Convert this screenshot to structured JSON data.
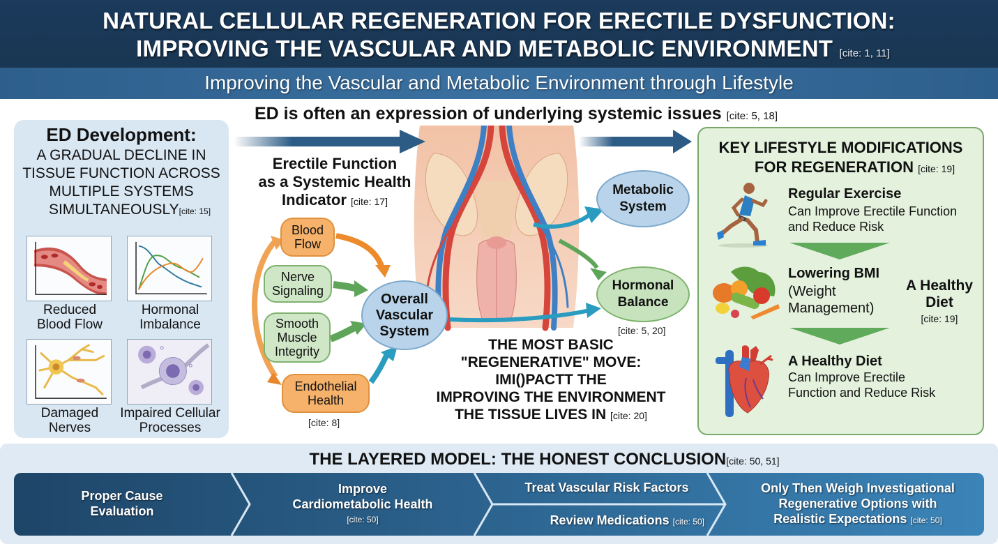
{
  "header": {
    "title_line1": "NATURAL CELLULAR REGENERATION FOR ERECTILE DYSFUNCTION:",
    "title_line2": "IMPROVING THE VASCULAR AND METABOLIC  ENVIRONMENT",
    "title_cite": "[cite: 1, 11]",
    "subtitle": "Improving the Vascular and Metabolic Environment through Lifestyle"
  },
  "left_panel": {
    "title": "ED Development:",
    "subtitle_lines": [
      "A GRADUAL DECLINE IN",
      "TISSUE FUNCTION ACROSS",
      "MULTIPLE SYSTEMS",
      "SIMULTANEOUSLY"
    ],
    "cite": "[cite: 15]",
    "tiles": [
      {
        "label_line1": "Reduced",
        "label_line2": "Blood Flow",
        "icon": "blood-vessel-icon"
      },
      {
        "label_line1": "Hormonal",
        "label_line2": "Imbalance",
        "icon": "hormone-chart-icon"
      },
      {
        "label_line1": "Damaged",
        "label_line2": "Nerves",
        "icon": "neuron-icon"
      },
      {
        "label_line1": "Impaired Cellular",
        "label_line2": "Processes",
        "icon": "cell-icon"
      }
    ]
  },
  "center": {
    "headline": "ED is often an expression of underlying systemic issues",
    "headline_cite": "[cite: 5, 18]",
    "ef_title_lines": [
      "Erectile Function",
      "as a Systemic Health",
      "Indicator"
    ],
    "ef_cite": "[cite: 17]",
    "factors": [
      {
        "line1": "Blood",
        "line2": "Flow",
        "color": "orange"
      },
      {
        "line1": "Nerve",
        "line2": "Signaling",
        "color": "green"
      },
      {
        "line1": "Smooth",
        "line2": "Muscle",
        "line3": "Integrity",
        "color": "green"
      },
      {
        "line1": "Endothelial",
        "line2": "Health",
        "color": "orange"
      }
    ],
    "factors_cite": "[cite: 8]",
    "hub": {
      "line1": "Overall",
      "line2": "Vascular",
      "line3": "System"
    },
    "metabolic": {
      "line1": "Metabolic",
      "line2": "System"
    },
    "hormonal": {
      "line1": "Hormonal",
      "line2": "Balance"
    },
    "hormonal_cite": "[cite: 5, 20]",
    "move_lines": [
      "THE MOST BASIC",
      "\"REGENERATIVE\" MOVE:",
      "IMI()PACTT THE",
      "IMPROVING THE ENVIRONMENT",
      "THE TISSUE LIVES IN"
    ],
    "move_cite": "[cite: 20]"
  },
  "right_panel": {
    "title_line1": "KEY LIFESTYLE MODIFICATIONS",
    "title_line2": "FOR REGENERATION",
    "title_cite": "[cite: 19]",
    "items": [
      {
        "heading": "Regular Exercise",
        "desc_line1": "Can Improve Erectile Function",
        "desc_line2": "and Reduce Risk",
        "icon": "runner-icon"
      },
      {
        "heading": "Lowering BMI",
        "desc_line1": "(Weight",
        "desc_line2": "Management)",
        "icon": "vegetables-icon"
      },
      {
        "heading": "A Healthy Diet",
        "desc_line1": "Can Improve Erectile",
        "desc_line2": "Function and Reduce Risk",
        "icon": "heart-icon"
      }
    ],
    "side_label_line1": "A Healthy",
    "side_label_line2": "Diet",
    "side_cite": "[cite: 19]"
  },
  "bottom": {
    "title": "THE LAYERED MODEL: THE HONEST CONCLUSION",
    "title_cite": "[cite: 50, 51]",
    "steps": [
      {
        "line1": "Proper Cause",
        "line2": "Evaluation"
      },
      {
        "line1": "Improve",
        "line2": "Cardiometabolic Health",
        "cite": "[cite: 50]"
      },
      {
        "line1": "Treat Vascular Risk Factors"
      },
      {
        "line1": "Review Medications",
        "cite": "[cite: 50]"
      },
      {
        "line1": "Only Then Weigh Investigational",
        "line2": "Regenerative Options with",
        "line3": "Realistic Expectations",
        "cite": "[cite: 50]"
      }
    ]
  },
  "colors": {
    "header_bg": "#1b3a5c",
    "subheader_bg": "#3a70a0",
    "arrow_blue": "#2c5b85",
    "orange": "#f6b26b",
    "green": "#5faa5b",
    "teal_arrow": "#2a9cc0",
    "chevron_dark": "#1e4a6f",
    "chevron_light": "#3b7fb0"
  }
}
